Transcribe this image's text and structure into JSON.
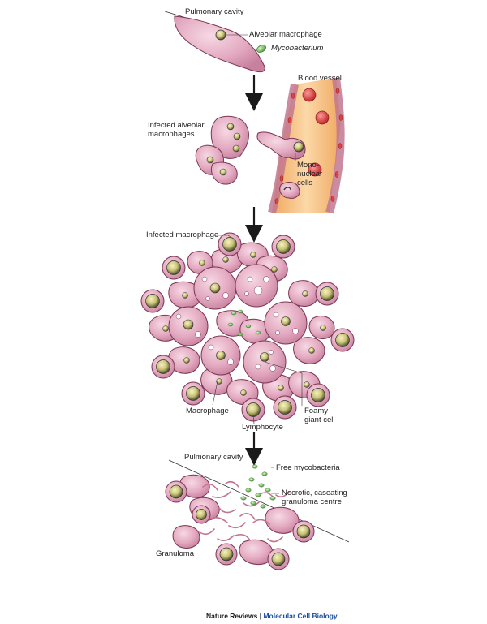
{
  "labels": {
    "pulmonary_cavity_top": "Pulmonary cavity",
    "alveolar_macrophage": "Alveolar macrophage",
    "mycobacterium": "Mycobacterium",
    "blood_vessel": "Blood vessel",
    "infected_alveolar_macrophages": "Infected alveolar\nmacrophages",
    "mononuclear_cells": "Mono-\nnuclear\ncells",
    "infected_macrophage": "Infected macrophage",
    "macrophage": "Macrophage",
    "lymphocyte": "Lymphocyte",
    "foamy_giant_cell": "Foamy\ngiant cell",
    "pulmonary_cavity_bottom": "Pulmonary cavity",
    "free_mycobacteria": "Free mycobacteria",
    "necrotic_centre": "Necrotic, caseating\ngranuloma centre",
    "granuloma": "Granuloma"
  },
  "footer": {
    "journal": "Nature Reviews",
    "separator": "|",
    "section": "Molecular Cell Biology"
  },
  "colors": {
    "macrophage_fill": "#e2a8bf",
    "macrophage_stroke": "#7a3652",
    "vessel_fill": "#f2b87a",
    "vessel_wall": "#d3899d",
    "red_cell": "#d94242",
    "bacterium": "#7bc868",
    "nucleus": "#b8b45c",
    "footer_accent": "#1a4f9c"
  }
}
